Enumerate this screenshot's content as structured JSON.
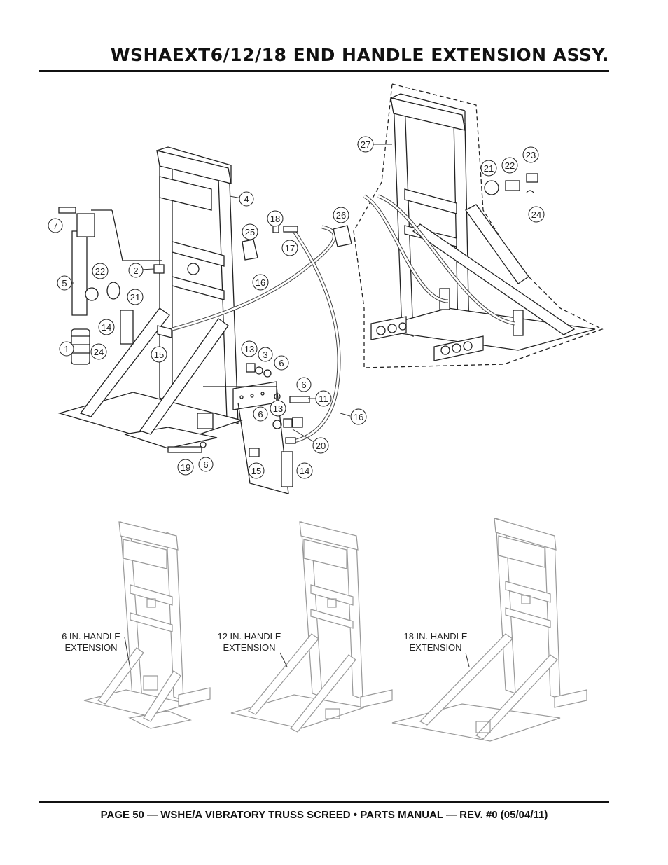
{
  "header": {
    "title": "WSHAEXT6/12/18 END HANDLE EXTENSION ASSY."
  },
  "callouts": {
    "c1": "1",
    "c2": "2",
    "c3": "3",
    "c4": "4",
    "c5": "5",
    "c6a": "6",
    "c6b": "6",
    "c6c": "6",
    "c6d": "6",
    "c7": "7",
    "c11": "11",
    "c13a": "13",
    "c13b": "13",
    "c14a": "14",
    "c14b": "14",
    "c15a": "15",
    "c15b": "15",
    "c16a": "16",
    "c16b": "16",
    "c17": "17",
    "c18": "18",
    "c19": "19",
    "c20": "20",
    "c21a": "21",
    "c21b": "21",
    "c22a": "22",
    "c22b": "22",
    "c23": "23",
    "c24a": "24",
    "c24b": "24",
    "c25": "25",
    "c26": "26",
    "c27": "27"
  },
  "variants": {
    "v6": {
      "line1": "6 IN. HANDLE",
      "line2": "EXTENSION"
    },
    "v12": {
      "line1": "12 IN. HANDLE",
      "line2": "EXTENSION"
    },
    "v18": {
      "line1": "18 IN. HANDLE",
      "line2": "EXTENSION"
    }
  },
  "footer": {
    "text": "PAGE 50 — WSHE/A VIBRATORY TRUSS SCREED • PARTS MANUAL — REV. #0 (05/04/11)"
  }
}
